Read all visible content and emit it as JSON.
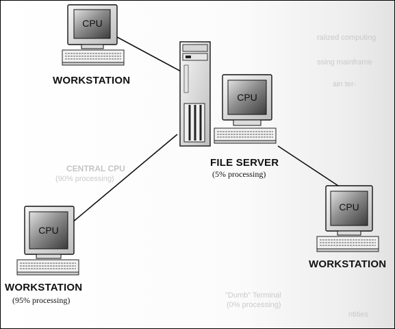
{
  "nodes": {
    "workstation_top": {
      "cpu_label": "CPU",
      "name": "WORKSTATION",
      "note": ""
    },
    "file_server": {
      "cpu_label": "CPU",
      "name": "FILE SERVER",
      "note": "(5% processing)"
    },
    "workstation_left": {
      "cpu_label": "CPU",
      "name": "WORKSTATION",
      "note": "(95% processing)"
    },
    "workstation_right": {
      "cpu_label": "CPU",
      "name": "WORKSTATION",
      "note": ""
    }
  },
  "background_text": {
    "corner_tab": "",
    "line1": "ralized computing",
    "line2": "ssing mainframe",
    "line3": "ain ter-",
    "central_cpu": "CENTRAL CPU",
    "central_cpu_note": "(90% processing)",
    "dumb_terminal": "\"Dumb\" Terminal",
    "dumb_note": "(0% processing)",
    "bottom_word": "ntities"
  },
  "colors": {
    "line": "#111111",
    "screen": "#5d5d5d",
    "case": "#e8e8e8"
  }
}
